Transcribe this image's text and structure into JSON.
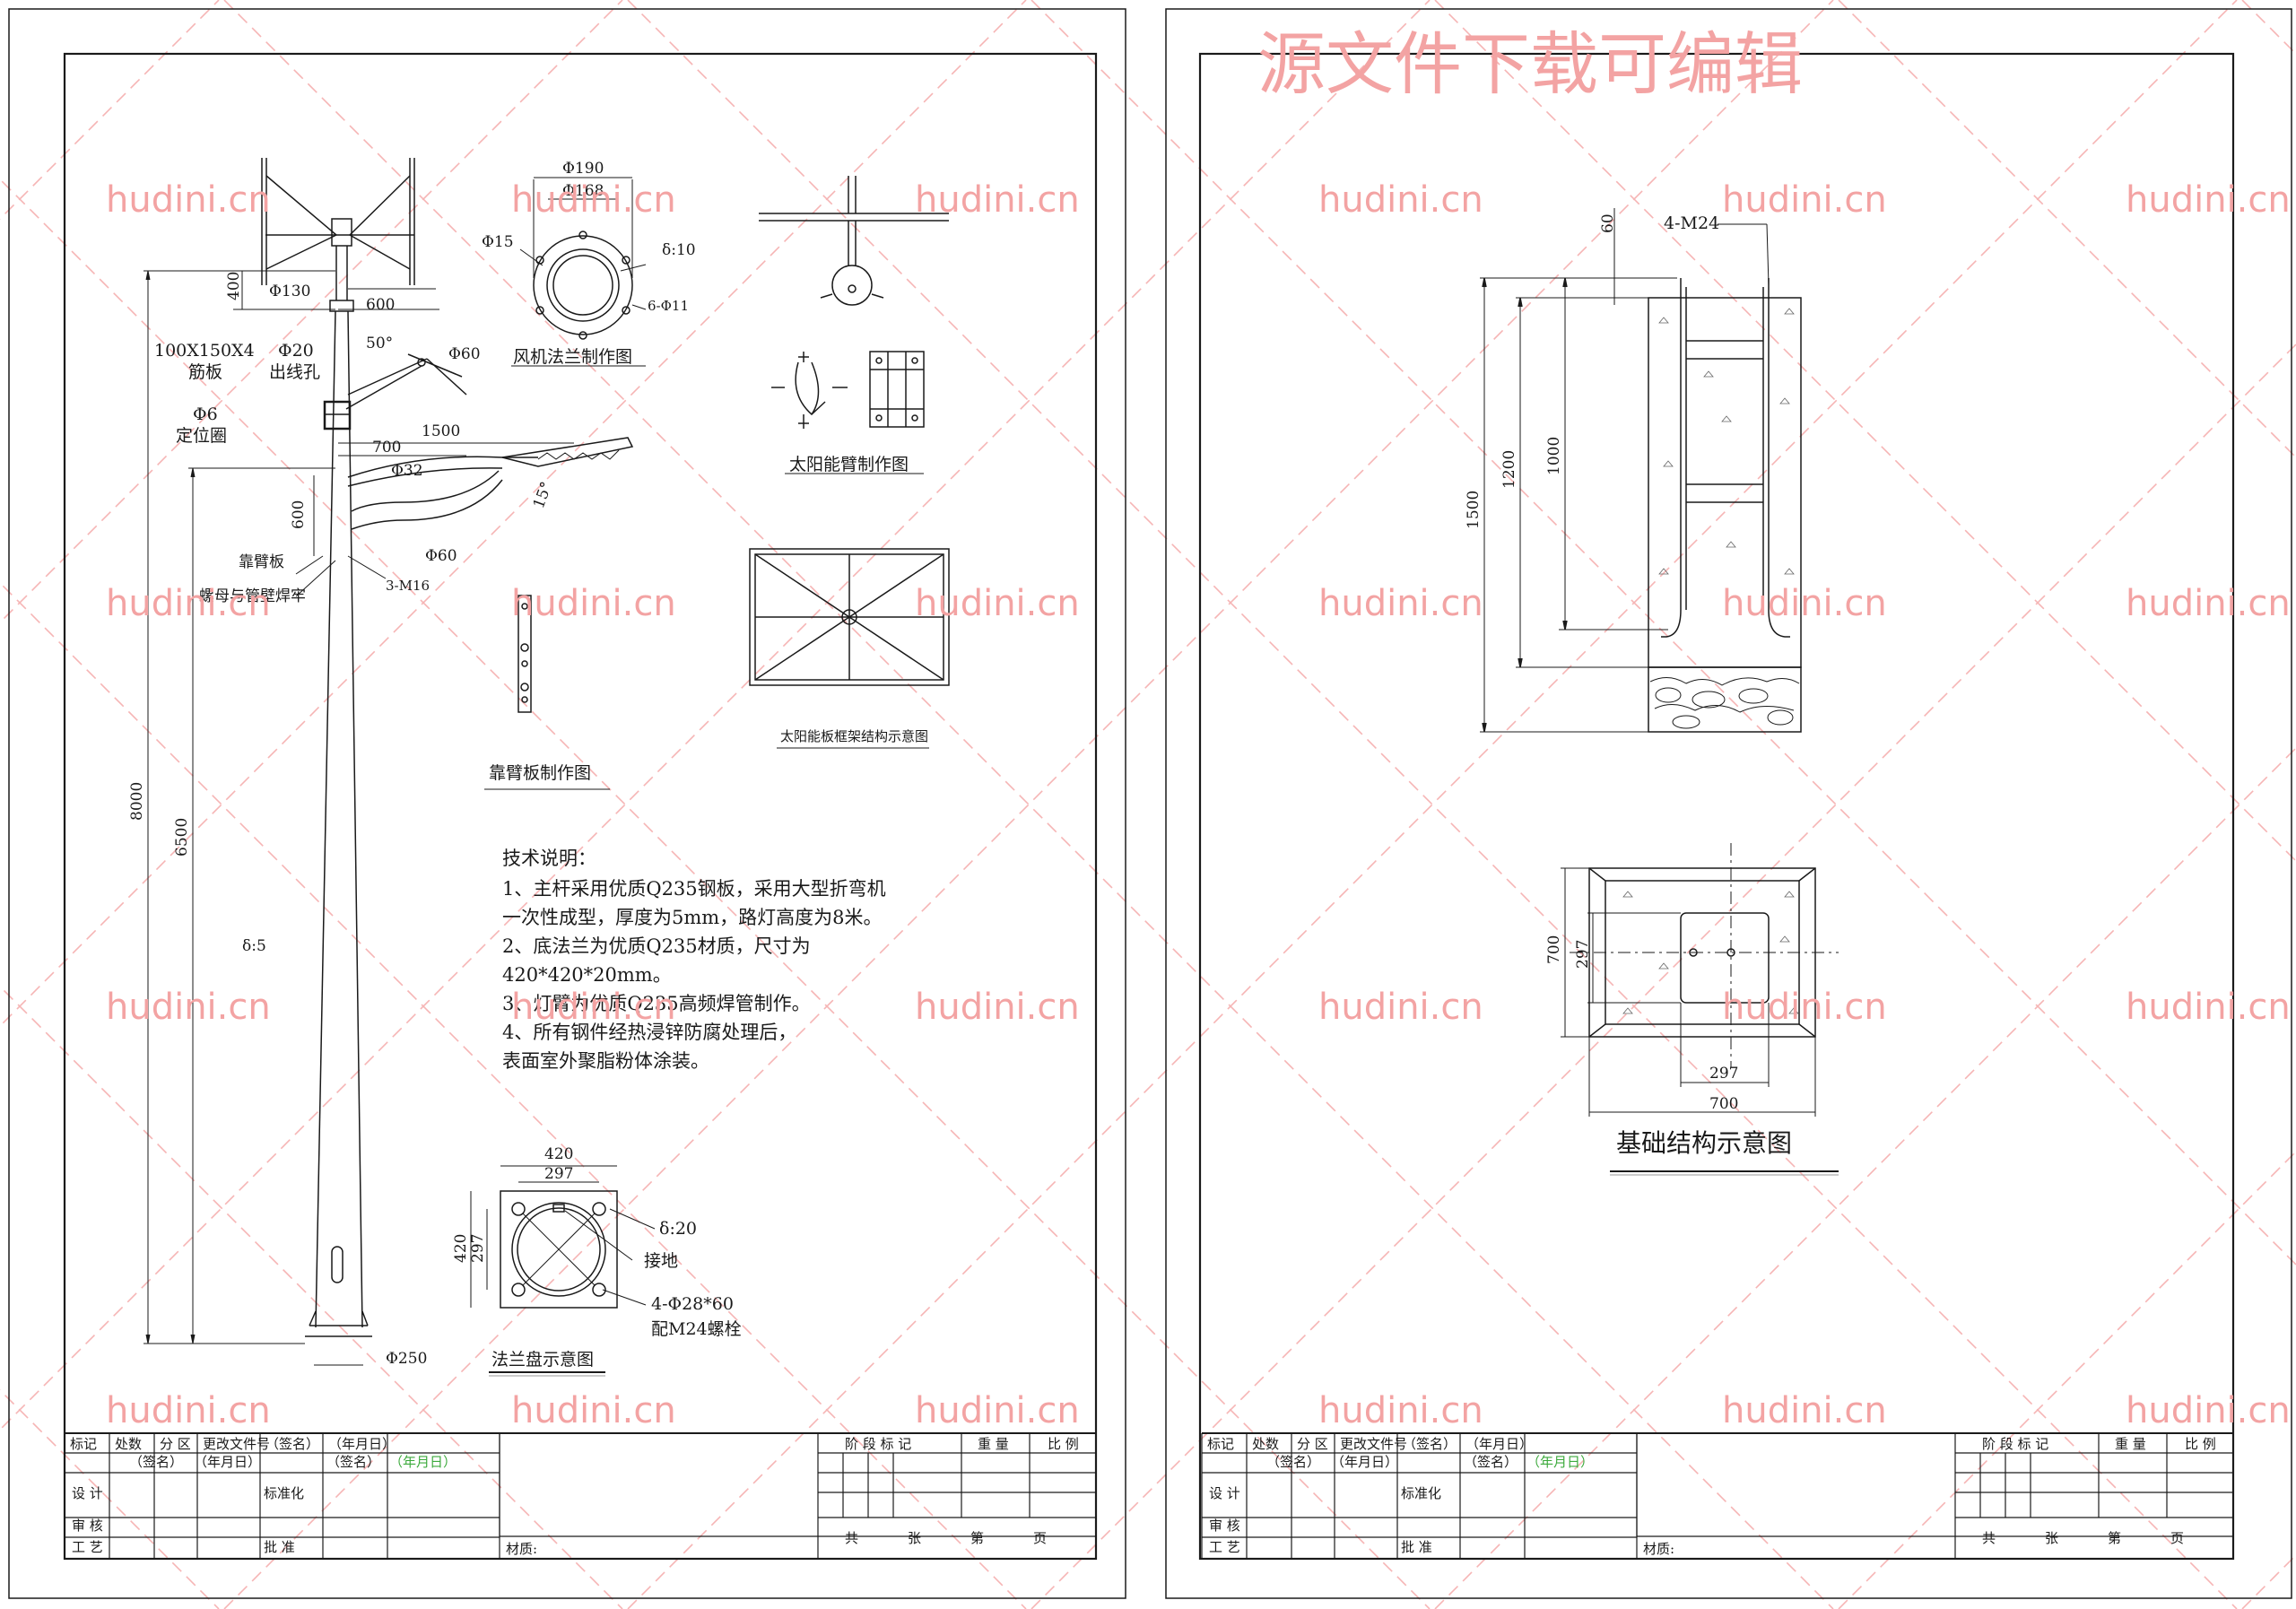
{
  "top_watermark": "源文件下载可编辑",
  "watermark_text": "hudini.cn",
  "colors": {
    "line": "#1a1a1a",
    "watermark": "#f3a3a3",
    "hatch": "#f6b5b5",
    "green": "#3caa3c"
  },
  "left_sheet": {
    "pole": {
      "dim_400": "400",
      "dim_130": "Φ130",
      "dim_600_arm": "600",
      "angle_50": "50°",
      "dim_60_wind": "Φ60",
      "rib_plate": "100X150X4",
      "rib_label": "筋板",
      "wire_hole_dia": "Φ20",
      "wire_hole": "出线孔",
      "locate_ring_dia": "Φ6",
      "locate_ring": "定位圈",
      "dim_1500": "1500",
      "dim_700": "700",
      "dim_32": "Φ32",
      "angle_15": "15°",
      "dim_600_vert": "600",
      "arm_plate": "靠臂板",
      "dim_60_arm": "Φ60",
      "bolt_note": "螺母与管壁焊牢",
      "bolt": "3-M16",
      "dim_8000": "8000",
      "dim_6500": "6500",
      "thickness": "δ:5",
      "base_dia": "Φ250"
    },
    "wind_flange": {
      "d190": "Φ190",
      "d168": "Φ168",
      "d15": "Φ15",
      "thick": "δ:10",
      "holes": "6-Φ11",
      "title": "风机法兰制作图"
    },
    "solar_arm": {
      "title": "太阳能臂制作图"
    },
    "solar_frame": {
      "title": "太阳能板框架结构示意图"
    },
    "arm_plate_drawing": {
      "title": "靠臂板制作图"
    },
    "tech_notes": {
      "heading": "技术说明：",
      "lines": [
        "1、主杆采用优质Q235钢板，采用大型折弯机",
        "一次性成型，厚度为5mm，路灯高度为8米。",
        "2、底法兰为优质Q235材质，尺寸为",
        "420*420*20mm。",
        "3、灯臂为优质Q235高频焊管制作。",
        "4、所有钢件经热浸锌防腐处理后，",
        "表面室外聚脂粉体涂装。"
      ]
    },
    "flange_plate": {
      "d420_top": "420",
      "d297_top": "297",
      "d420_side": "420",
      "d297_side": "297",
      "thick": "δ:20",
      "ground": "接地",
      "holes": "4-Φ28*60",
      "bolts": "配M24螺栓",
      "title": "法兰盘示意图"
    }
  },
  "right_sheet": {
    "foundation": {
      "dim_60": "60",
      "bolts": "4-M24",
      "dim_1500": "1500",
      "dim_1200": "1200",
      "dim_1000": "1000"
    },
    "plan": {
      "dim_700_side": "700",
      "dim_297_side": "297",
      "dim_297_bottom": "297",
      "dim_700_bottom": "700",
      "title": "基础结构示意图"
    }
  },
  "title_block": {
    "r1": [
      "标记",
      "处数",
      "分 区",
      "更改文件号",
      "（签名）",
      "（年月日）"
    ],
    "r2": [
      "设 计",
      "（签名）",
      "（年月日）",
      "标准化",
      "（签名）",
      "（年月日）"
    ],
    "r3": [
      "审 核"
    ],
    "r4": [
      "工 艺",
      "批 准"
    ],
    "material": "材质:",
    "stage_headers": [
      "阶 段 标 记",
      "重 量",
      "比 例"
    ],
    "sheet_info": [
      "共",
      "张",
      "第",
      "页"
    ]
  }
}
